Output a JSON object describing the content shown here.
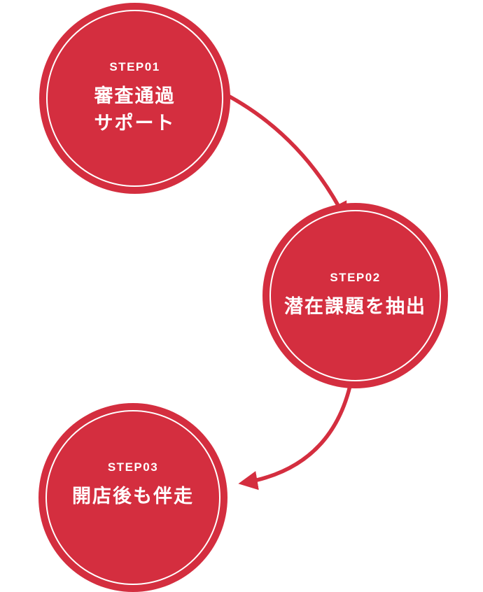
{
  "diagram": {
    "title": "3-step process flow",
    "steps": [
      {
        "label": "STEP01",
        "title": "審査通過\nサポート"
      },
      {
        "label": "STEP02",
        "title": "潜在課題を抽出"
      },
      {
        "label": "STEP03",
        "title": "開店後も伴走"
      }
    ],
    "colors": {
      "circle_fill": "#d42e3f",
      "ring": "#ffffff",
      "text": "#ffffff",
      "arrow": "#d42e3f"
    },
    "icons": [
      {
        "name": "curved-arrow-icon",
        "meaning": "flow from step 1 to step 2"
      },
      {
        "name": "curved-arrow-icon",
        "meaning": "flow from step 2 to step 3"
      }
    ]
  }
}
